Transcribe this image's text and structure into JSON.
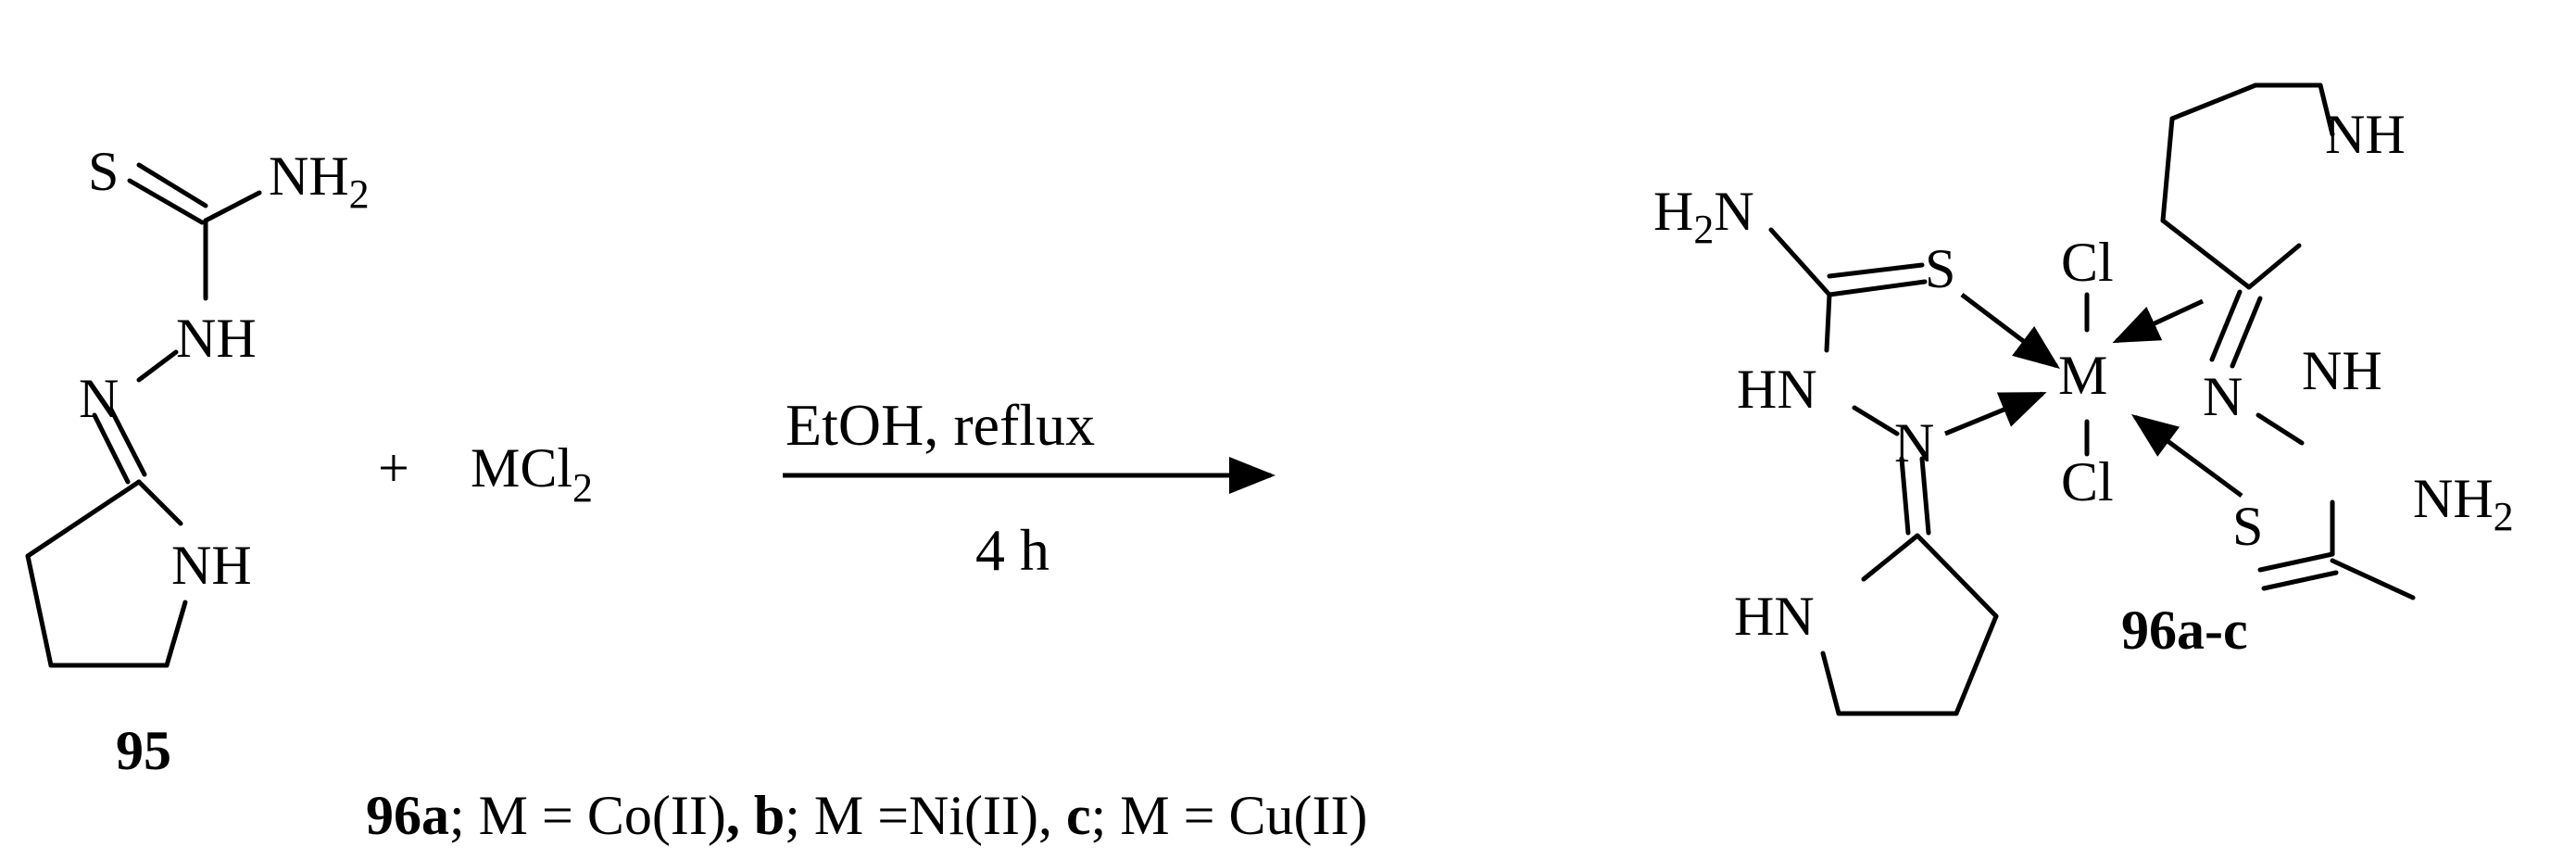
{
  "compound_95": {
    "label": "95",
    "atoms": {
      "S": "S",
      "NH2": "NH",
      "NH2_sub": "2",
      "NH": "NH",
      "N": "N",
      "ring_NH": "NH"
    }
  },
  "reagent": {
    "plus": "+",
    "mcl2": "MCl",
    "mcl2_sub": "2"
  },
  "reaction": {
    "conditions_top": "EtOH, reflux",
    "conditions_bottom": "4 h"
  },
  "complex": {
    "label": "96a-c",
    "metal": "M",
    "cl_top": "Cl",
    "cl_bottom": "Cl",
    "left": {
      "H2N_H": "H",
      "H2N_sub": "2",
      "H2N_N": "N",
      "S": "S",
      "HN": "HN",
      "N": "N",
      "ring_HN": "HN"
    },
    "right": {
      "ring_NH": "NH",
      "N": "N",
      "NH": "NH",
      "S": "S",
      "NH2": "NH",
      "NH2_sub": "2"
    }
  },
  "legend": {
    "a_label": "96a",
    "a_text": "; M = Co(II)",
    "b_label": ", b",
    "b_text": "; M =Ni(II), ",
    "c_label": "c",
    "c_text": "; M = Cu(II)"
  }
}
